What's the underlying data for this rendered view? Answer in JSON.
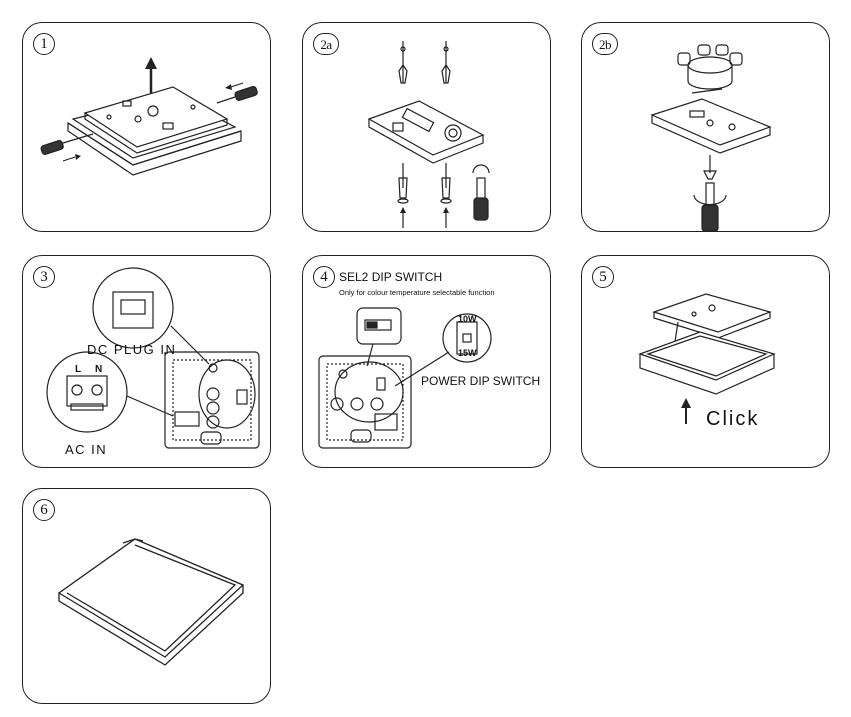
{
  "steps": [
    {
      "number": "1"
    },
    {
      "number": "2a"
    },
    {
      "number": "2b"
    },
    {
      "number": "3",
      "dc_label": "DC PLUG IN",
      "ac_label": "AC IN",
      "terminal_l": "L",
      "terminal_n": "N"
    },
    {
      "number": "4",
      "title": "SEL2 DIP SWITCH",
      "subtitle": "Only for colour temperature selectable function",
      "power_label": "POWER DIP SWITCH",
      "watt_high": "10W",
      "watt_low": "15W"
    },
    {
      "number": "5",
      "click_label": "Click"
    },
    {
      "number": "6"
    }
  ]
}
